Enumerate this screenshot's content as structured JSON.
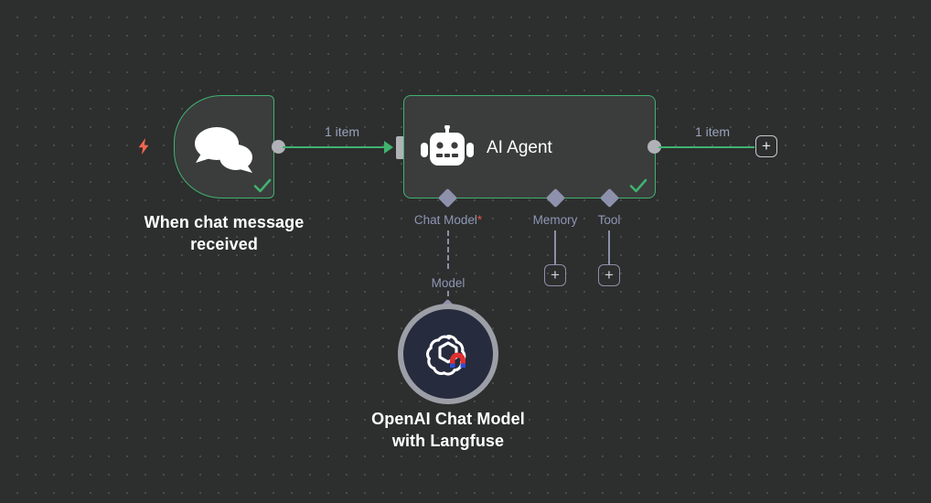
{
  "canvas": {
    "background_color": "#2d2e2e",
    "grid_dot_color": "#4a4b4b",
    "accent_green": "#3fb36f",
    "port_purple": "#8d91ab",
    "label_blue": "#99a3bd",
    "trigger_bolt_color": "#f0664f",
    "required_star_color": "#e8543f"
  },
  "nodes": {
    "trigger": {
      "title": "When chat message\nreceived",
      "icon": "chat-bubbles-icon",
      "trigger_icon": "lightning-bolt-icon",
      "status": "success",
      "status_icon": "check-icon"
    },
    "agent": {
      "title": "AI Agent",
      "icon": "robot-icon",
      "status": "success",
      "status_icon": "check-icon",
      "ports": [
        {
          "label": "Chat Model",
          "required": true,
          "required_mark": "*",
          "connection": "dashed"
        },
        {
          "label": "Memory",
          "required": false,
          "required_mark": "",
          "connection": "solid"
        },
        {
          "label": "Tool",
          "required": false,
          "required_mark": "",
          "connection": "solid"
        }
      ]
    },
    "openai": {
      "title": "OpenAI Chat Model\nwith Langfuse",
      "icon": "openai-logo-icon",
      "badge_icon": "magnet-icon",
      "connection_label": "Model"
    }
  },
  "connections": {
    "trigger_to_agent": {
      "label": "1 item"
    },
    "agent_to_next": {
      "label": "1 item"
    }
  },
  "buttons": {
    "add_after_agent": "+",
    "add_memory": "+",
    "add_tool": "+"
  }
}
